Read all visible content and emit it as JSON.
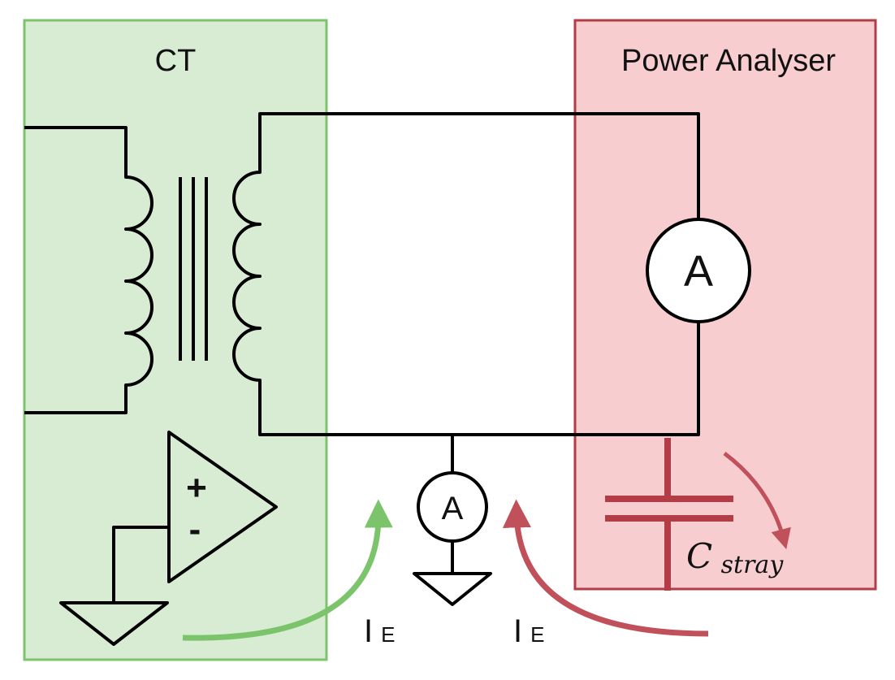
{
  "ct_block": {
    "title": "CT",
    "fill": "#d8ecd3",
    "border": "#7cc46c"
  },
  "analyser_block": {
    "title": "Power Analyser",
    "fill": "#f8cdd0",
    "border": "#b43c46"
  },
  "meters": {
    "main_ammeter_symbol": "A",
    "earth_ammeter_symbol": "A"
  },
  "opamp": {
    "plus_sign": "+",
    "minus_sign": "-"
  },
  "capacitor": {
    "label_main": "C",
    "label_sub": "stray",
    "color": "#b43c46"
  },
  "currents": {
    "green_label_main": "I",
    "green_label_sub": "E",
    "green_color": "#7cc46c",
    "red_label_main": "I",
    "red_label_sub": "E",
    "red_color": "#c0505a"
  },
  "wire_color": "#000000"
}
